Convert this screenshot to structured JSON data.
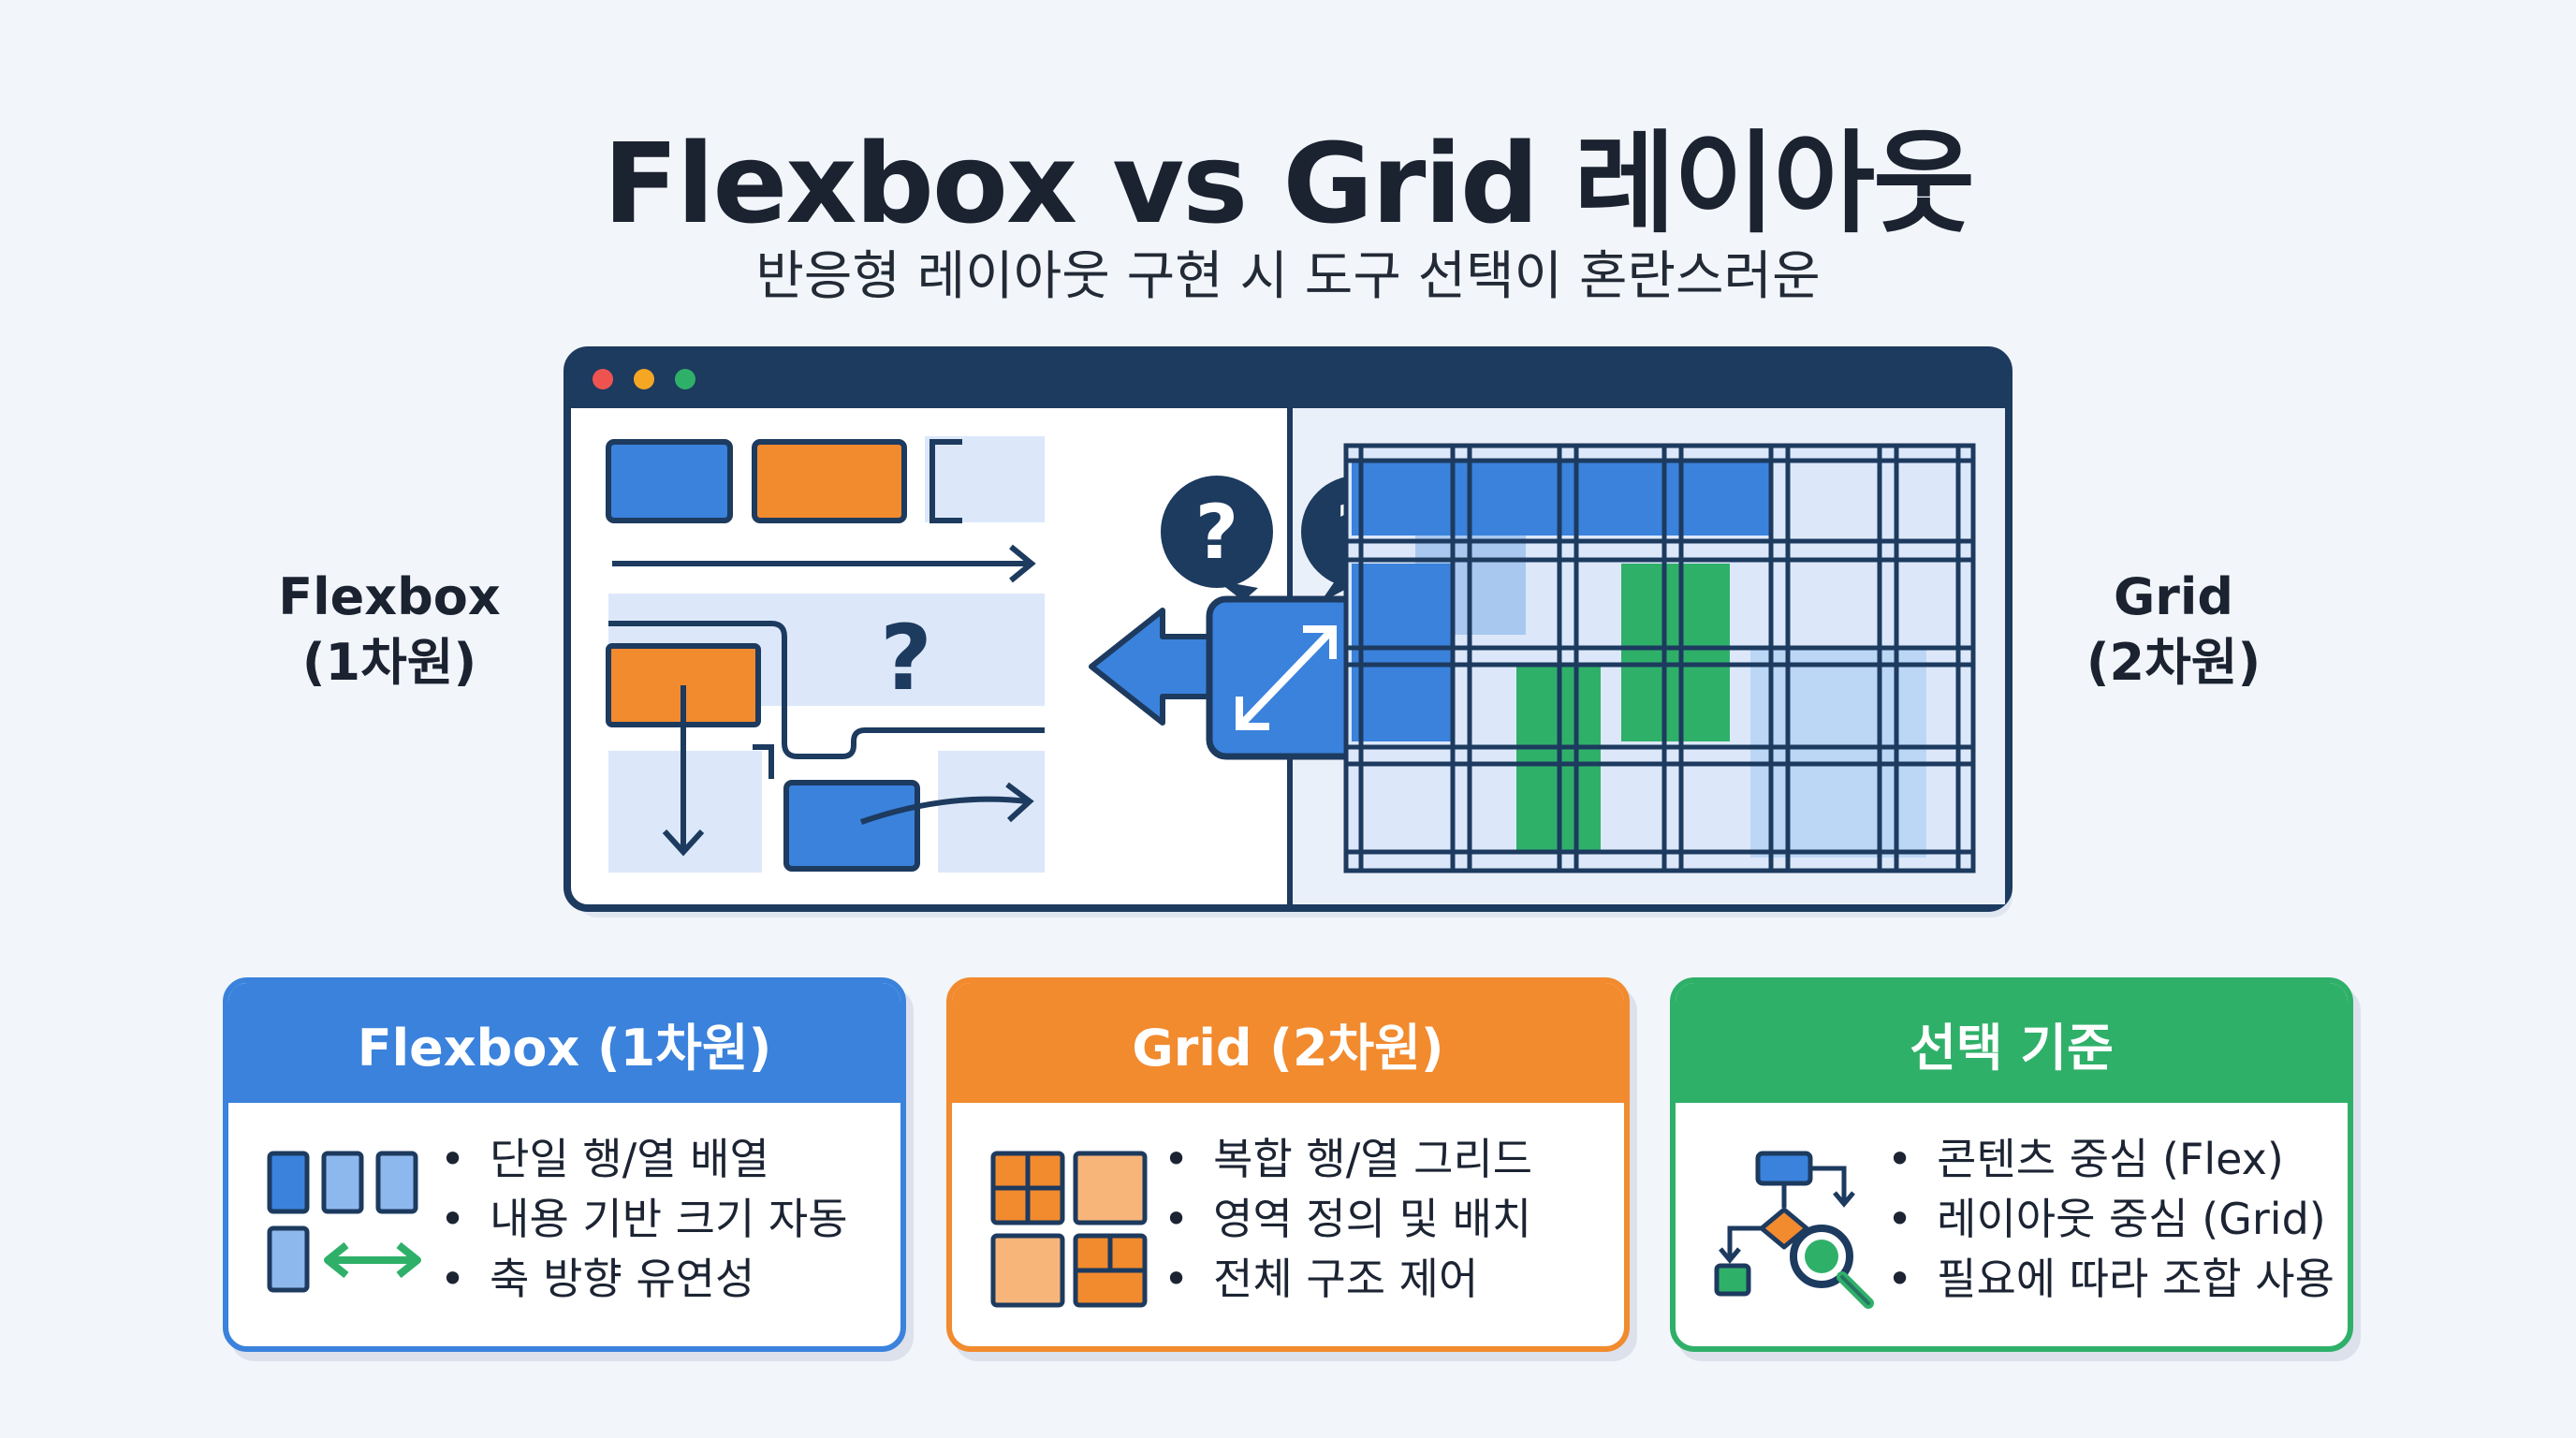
{
  "header": {
    "title": "Flexbox vs Grid 레이아웃",
    "subtitle": "반응형 레이아웃 구현 시 도구 선택이 혼란스러운"
  },
  "side_labels": {
    "left": [
      "Flexbox",
      "(1차원)"
    ],
    "right": [
      "Grid",
      "(2차원)"
    ]
  },
  "illustration": {
    "question_mark": "?",
    "icons": [
      "flex-layout-icon",
      "question-bubble-icon",
      "expand-arrows-icon",
      "grid-layout-icon"
    ]
  },
  "cards": [
    {
      "title": "Flexbox (1차원)",
      "icon": "flex-row-icon",
      "bullets": [
        "단일 행/열 배열",
        "내용 기반 크기 자동",
        "축 방향 유연성"
      ]
    },
    {
      "title": "Grid (2차원)",
      "icon": "grid-cells-icon",
      "bullets": [
        "복합 행/열 그리드",
        "영역 정의 및 배치",
        "전체 구조 제어"
      ]
    },
    {
      "title": "선택 기준",
      "icon": "flowchart-search-icon",
      "bullets": [
        "콘텐츠 중심 (Flex)",
        "레이아웃 중심 (Grid)",
        "필요에 따라 조합 사용"
      ]
    }
  ],
  "colors": {
    "blue": "#3a82dc",
    "orange": "#f28a2e",
    "green": "#2fb069",
    "navy": "#1d3a5f",
    "background": "#f2f5fa"
  }
}
